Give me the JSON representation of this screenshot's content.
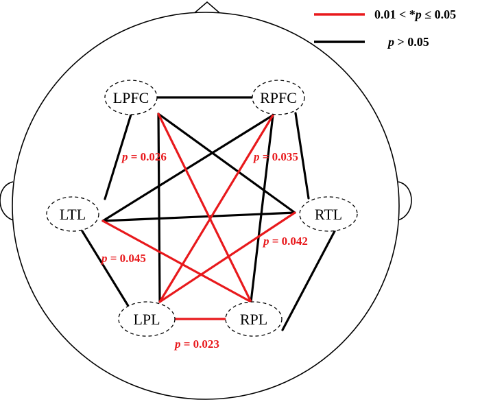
{
  "colors": {
    "significant": "#e8191c",
    "nonsignificant": "#000000",
    "outline": "#000000"
  },
  "legend": {
    "significant": {
      "pre": "0.01 < *",
      "var": "p",
      "post": " ≤ 0.05"
    },
    "nonsignificant": {
      "var": "p",
      "post": " > 0.05"
    }
  },
  "nodes": {
    "lpfc": "LPFC",
    "rpfc": "RPFC",
    "ltl": "LTL",
    "rtl": "RTL",
    "lpl": "LPL",
    "rpl": "RPL"
  },
  "p_labels": {
    "lpfc_rpl": {
      "var": "p",
      "text": " = 0.026"
    },
    "rpfc_lpl": {
      "var": "p",
      "text": " = 0.035"
    },
    "ltl_rpl": {
      "var": "p",
      "text": " = 0.045"
    },
    "rtl_lpl": {
      "var": "p",
      "text": " = 0.042"
    },
    "lpl_rpl": {
      "var": "p",
      "text": " = 0.023"
    }
  },
  "connections": [
    {
      "from": "lpfc",
      "to": "rpfc",
      "significant": false
    },
    {
      "from": "lpfc",
      "to": "ltl",
      "significant": false
    },
    {
      "from": "rpfc",
      "to": "rtl",
      "significant": false
    },
    {
      "from": "ltl",
      "to": "lpl",
      "significant": false
    },
    {
      "from": "rtl",
      "to": "rpl",
      "significant": false
    },
    {
      "from": "lpfc",
      "to": "rtl",
      "significant": false
    },
    {
      "from": "lpfc",
      "to": "lpl",
      "significant": false
    },
    {
      "from": "rpfc",
      "to": "ltl",
      "significant": false
    },
    {
      "from": "rpfc",
      "to": "rpl",
      "significant": false
    },
    {
      "from": "ltl",
      "to": "rtl",
      "significant": false
    },
    {
      "from": "lpfc",
      "to": "rpl",
      "significant": true
    },
    {
      "from": "rpfc",
      "to": "lpl",
      "significant": true
    },
    {
      "from": "ltl",
      "to": "rpl",
      "significant": true
    },
    {
      "from": "rtl",
      "to": "lpl",
      "significant": true
    },
    {
      "from": "lpl",
      "to": "rpl",
      "significant": true
    }
  ]
}
